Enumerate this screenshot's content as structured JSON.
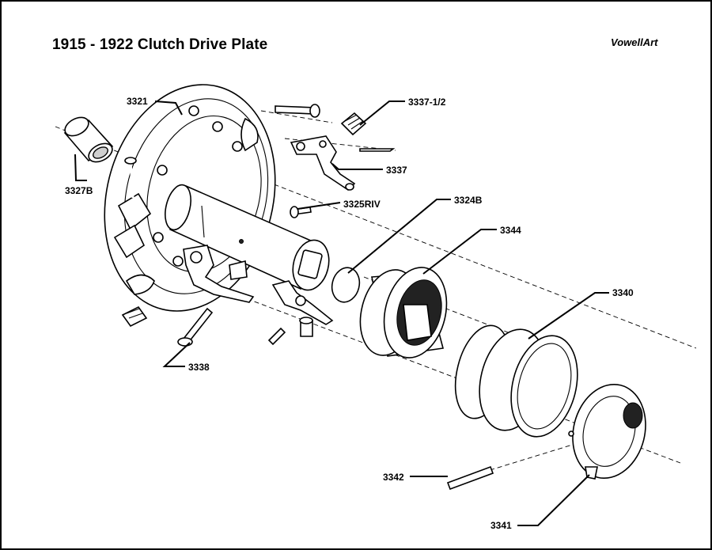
{
  "title": "1915 - 1922 Clutch Drive Plate",
  "brand": "VowellArt",
  "labels": {
    "p3321": "3321",
    "p3327b": "3327B",
    "p3337_half": "3337-1/2",
    "p3337": "3337",
    "p3325riv": "3325RIV",
    "p3324b": "3324B",
    "p3344": "3344",
    "p3340": "3340",
    "p3338": "3338",
    "p3342": "3342",
    "p3341": "3341"
  }
}
